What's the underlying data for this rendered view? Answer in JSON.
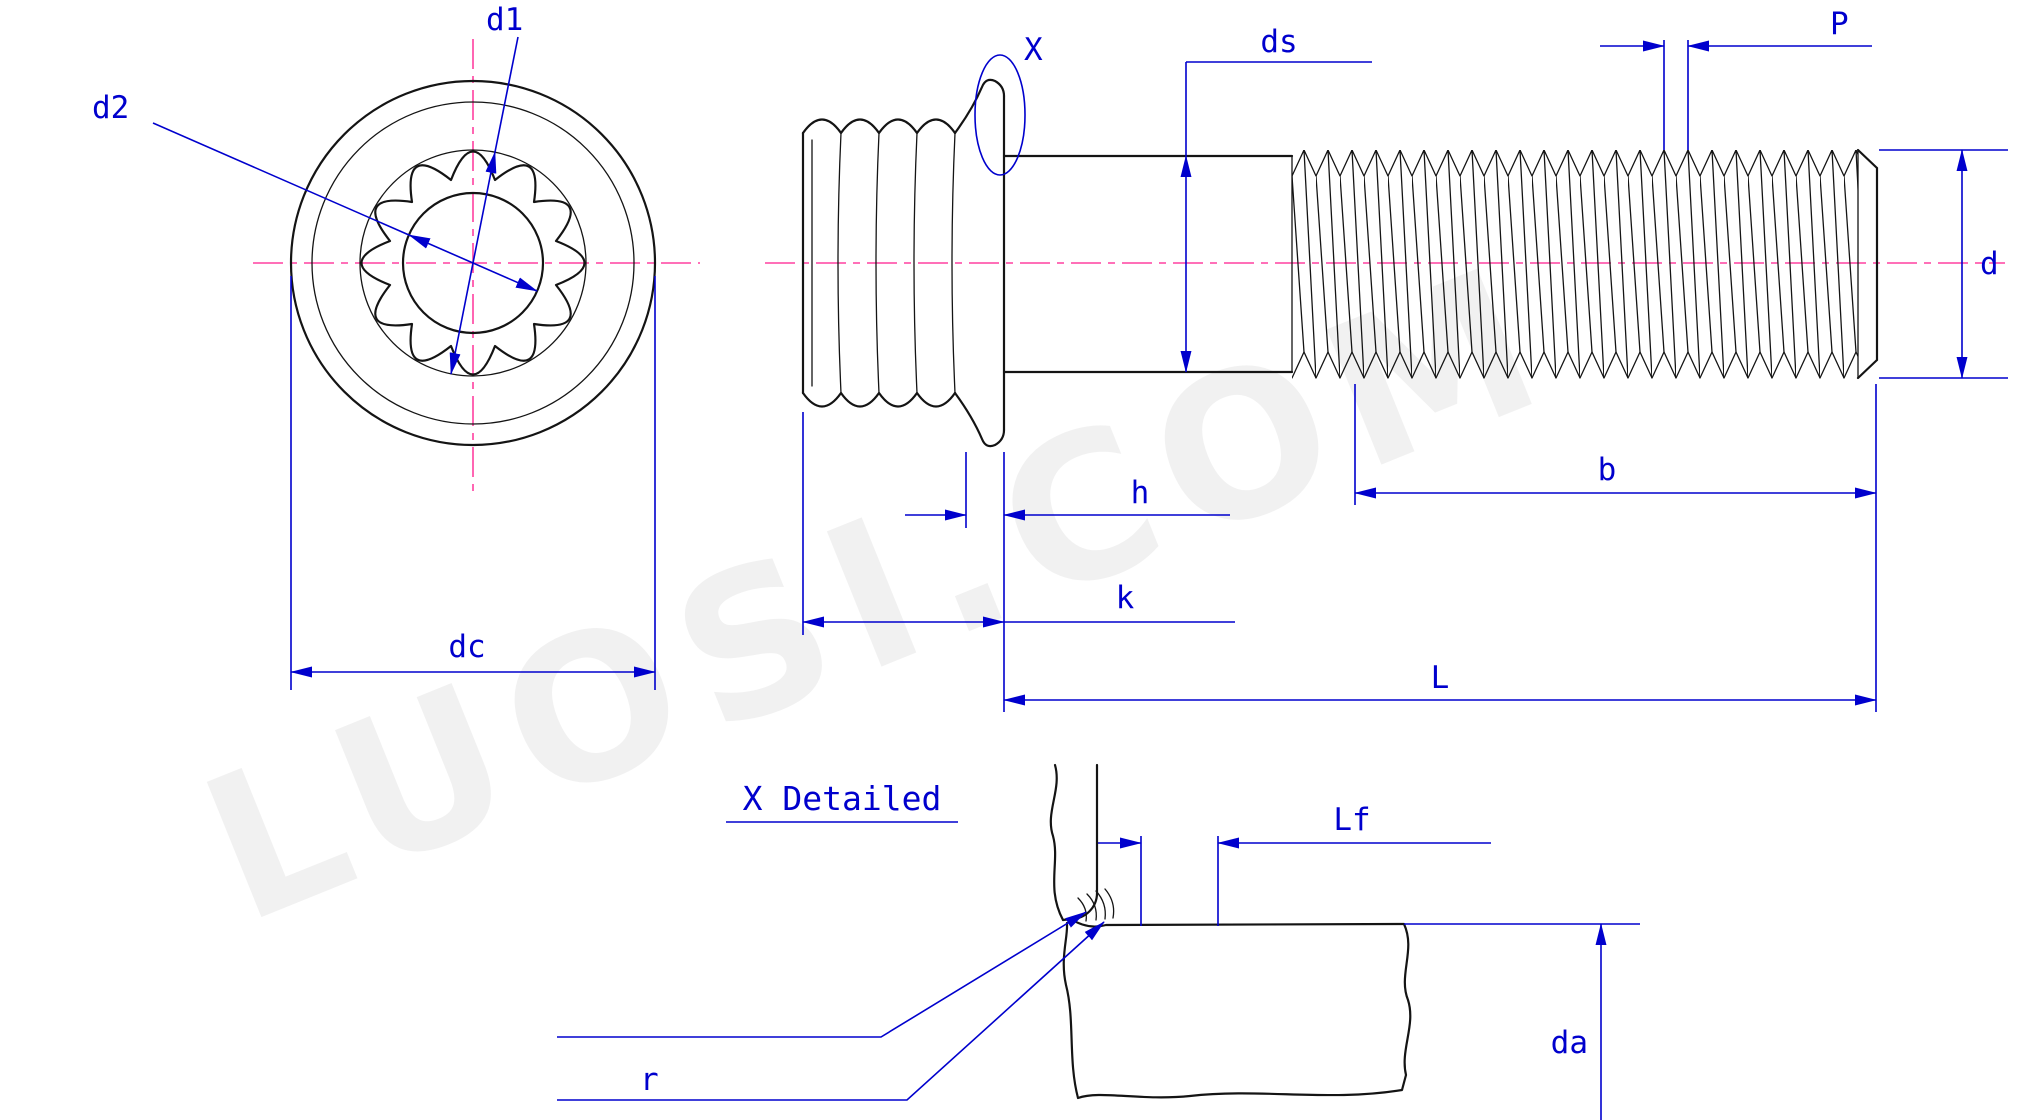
{
  "watermark": {
    "text": "LUOSI.COM"
  },
  "labels": {
    "d1": "d1",
    "d2": "d2",
    "dc": "dc",
    "x_callout": "X",
    "ds": "ds",
    "p": "P",
    "d": "d",
    "h": "h",
    "k": "k",
    "b": "b",
    "l": "L",
    "detail_title": "X Detailed",
    "lf": "Lf",
    "r": "r",
    "da": "da"
  },
  "colors": {
    "dimension": "#0000cd",
    "outline": "#141414",
    "centerline": "#ff40a0",
    "background": "#ffffff"
  }
}
